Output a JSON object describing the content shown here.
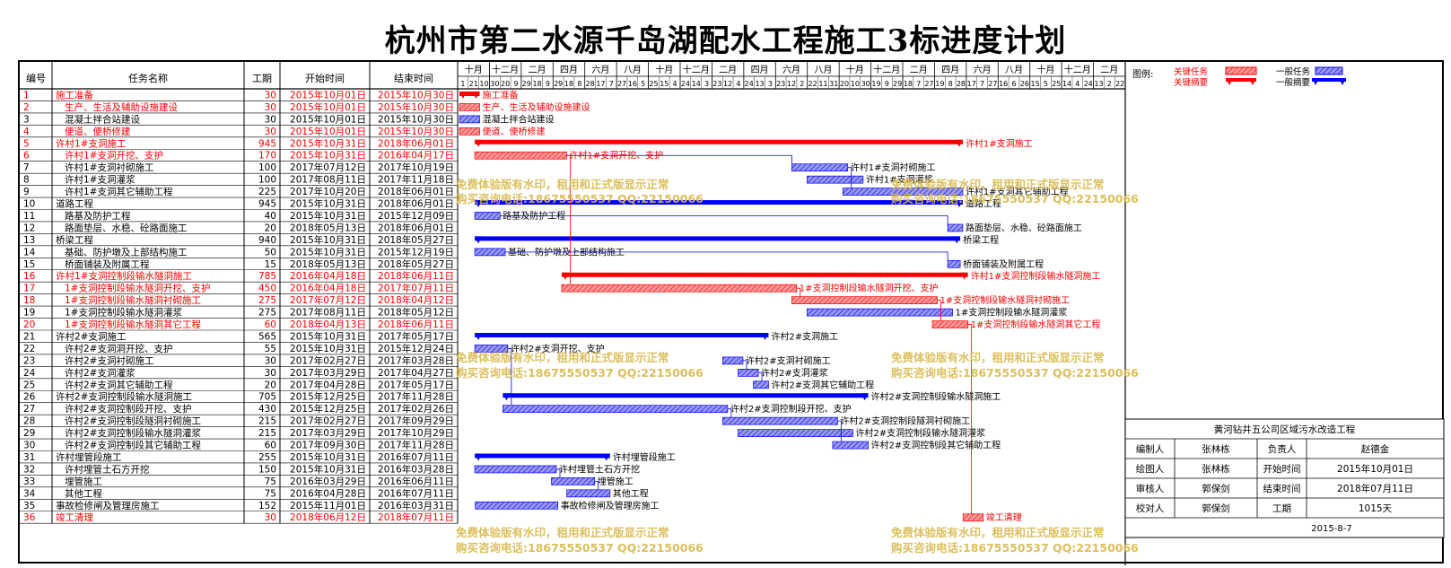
{
  "title": "杭州市第二水源千岛湖配水工程施工3标进度计划",
  "headers": {
    "id": "编号",
    "name": "任务名称",
    "dur": "工期",
    "start": "开始时间",
    "end": "结束时间"
  },
  "timeline": {
    "months": [
      "十月",
      "十二月",
      "二月",
      "四月",
      "六月",
      "八月",
      "十月",
      "十二月",
      "二月",
      "四月",
      "六月",
      "八月",
      "十月",
      "十二月",
      "二月",
      "四月",
      "六月",
      "八月",
      "十月",
      "十二月",
      "二月"
    ],
    "days": [
      "1",
      "21",
      "10",
      "30",
      "20",
      "9",
      "29",
      "18",
      "9",
      "29",
      "18",
      "8",
      "28",
      "17",
      "7",
      "27",
      "16",
      "5",
      "25",
      "15",
      "4",
      "24",
      "14",
      "3",
      "23",
      "12",
      "4",
      "24",
      "13",
      "3",
      "23",
      "12",
      "2",
      "22",
      "11",
      "31",
      "20",
      "10",
      "30",
      "19",
      "9",
      "29",
      "18",
      "7",
      "27",
      "19",
      "8",
      "28",
      "17",
      "7",
      "27",
      "16",
      "6",
      "26",
      "15",
      "5",
      "25",
      "14",
      "4",
      "24",
      "13",
      "2",
      "22"
    ]
  },
  "colors": {
    "critical": "#ff0000",
    "normal": "#0000ff",
    "critical_fill": "#ff9999",
    "normal_fill": "#9999ee"
  },
  "legend": {
    "title": "图例:",
    "critical_task": "关键任务",
    "critical_summary": "关键摘要",
    "normal_task": "一般任务",
    "normal_summary": "一般摘要"
  },
  "info": {
    "project": "黄河钻井五公司区域污水改造工程",
    "rows": [
      [
        "编制人",
        "张林栋",
        "负责人",
        "赵德金"
      ],
      [
        "绘图人",
        "张林栋",
        "开始时间",
        "2015年10月01日"
      ],
      [
        "审核人",
        "郭保剑",
        "结束时间",
        "2018年07月11日"
      ],
      [
        "校对人",
        "郭保剑",
        "工期",
        "1015天"
      ]
    ],
    "date": "2015-8-7"
  },
  "watermark": {
    "line1": "免费体验版有水印，租用和正式版显示正常",
    "line2": "购买咨询电话:18675550537 QQ:22150066"
  },
  "tasks": [
    {
      "id": "1",
      "name": "施工准备",
      "dur": "30",
      "start": "2015年10月01日",
      "end": "2015年10月30日",
      "crit": true,
      "sum": true,
      "lvl": 0,
      "label": "施工准备"
    },
    {
      "id": "2",
      "name": "生产、生活及辅助设施建设",
      "dur": "30",
      "start": "2015年10月01日",
      "end": "2015年10月30日",
      "crit": true,
      "sum": false,
      "lvl": 1,
      "label": "生产、生活及辅助设施建设"
    },
    {
      "id": "3",
      "name": "混凝土拌合站建设",
      "dur": "30",
      "start": "2015年10月01日",
      "end": "2015年10月30日",
      "crit": false,
      "sum": false,
      "lvl": 1,
      "label": "混凝土拌合站建设"
    },
    {
      "id": "4",
      "name": "便道、便桥修建",
      "dur": "30",
      "start": "2015年10月01日",
      "end": "2015年10月30日",
      "crit": true,
      "sum": false,
      "lvl": 1,
      "label": "便道、便桥修建"
    },
    {
      "id": "5",
      "name": "许村1#支洞施工",
      "dur": "945",
      "start": "2015年10月31日",
      "end": "2018年06月01日",
      "crit": true,
      "sum": true,
      "lvl": 0,
      "label": "许村1#支洞施工"
    },
    {
      "id": "6",
      "name": "许村1#支洞开挖、支护",
      "dur": "170",
      "start": "2015年10月31日",
      "end": "2016年04月17日",
      "crit": true,
      "sum": false,
      "lvl": 1,
      "label": "许村1#支洞开挖、支护"
    },
    {
      "id": "7",
      "name": "许村1#支洞衬砌施工",
      "dur": "100",
      "start": "2017年07月12日",
      "end": "2017年10月19日",
      "crit": false,
      "sum": false,
      "lvl": 1,
      "label": "许村1#支洞衬砌施工"
    },
    {
      "id": "8",
      "name": "许村1#支洞灌浆",
      "dur": "100",
      "start": "2017年08月11日",
      "end": "2017年11月18日",
      "crit": false,
      "sum": false,
      "lvl": 1,
      "label": "许村1#支洞灌浆"
    },
    {
      "id": "9",
      "name": "许村1#支洞其它辅助工程",
      "dur": "225",
      "start": "2017年10月20日",
      "end": "2018年06月01日",
      "crit": false,
      "sum": false,
      "lvl": 1,
      "label": "许村1#支洞其它辅助工程"
    },
    {
      "id": "10",
      "name": "道路工程",
      "dur": "945",
      "start": "2015年10月31日",
      "end": "2018年06月01日",
      "crit": false,
      "sum": true,
      "lvl": 0,
      "label": "道路工程"
    },
    {
      "id": "11",
      "name": "路基及防护工程",
      "dur": "40",
      "start": "2015年10月31日",
      "end": "2015年12月09日",
      "crit": false,
      "sum": false,
      "lvl": 1,
      "label": "路基及防护工程"
    },
    {
      "id": "12",
      "name": "路面垫层、水稳、砼路面施工",
      "dur": "20",
      "start": "2018年05月13日",
      "end": "2018年06月01日",
      "crit": false,
      "sum": false,
      "lvl": 1,
      "label": "路面垫层、水稳、砼路面施工"
    },
    {
      "id": "13",
      "name": "桥梁工程",
      "dur": "940",
      "start": "2015年10月31日",
      "end": "2018年05月27日",
      "crit": false,
      "sum": true,
      "lvl": 0,
      "label": "桥梁工程"
    },
    {
      "id": "14",
      "name": "基础、防护墩及上部结构施工",
      "dur": "50",
      "start": "2015年10月31日",
      "end": "2015年12月19日",
      "crit": false,
      "sum": false,
      "lvl": 1,
      "label": "基础、防护墩及上部结构施工"
    },
    {
      "id": "15",
      "name": "桥面铺装及附属工程",
      "dur": "15",
      "start": "2018年05月13日",
      "end": "2018年05月27日",
      "crit": false,
      "sum": false,
      "lvl": 1,
      "label": "桥面铺装及附属工程"
    },
    {
      "id": "16",
      "name": "许村1#支洞控制段输水隧洞施工",
      "dur": "785",
      "start": "2016年04月18日",
      "end": "2018年06月11日",
      "crit": true,
      "sum": true,
      "lvl": 0,
      "label": "许村1#支洞控制段输水隧洞施工"
    },
    {
      "id": "17",
      "name": "1#支洞控制段输水隧洞开挖、支护",
      "dur": "450",
      "start": "2016年04月18日",
      "end": "2017年07月11日",
      "crit": true,
      "sum": false,
      "lvl": 1,
      "label": "1#支洞控制段输水隧洞开挖、支护"
    },
    {
      "id": "18",
      "name": "1#支洞控制段输水隧洞衬砌施工",
      "dur": "275",
      "start": "2017年07月12日",
      "end": "2018年04月12日",
      "crit": true,
      "sum": false,
      "lvl": 1,
      "label": "1#支洞控制段输水隧洞衬砌施工"
    },
    {
      "id": "19",
      "name": "1#支洞控制段输水隧洞灌浆",
      "dur": "275",
      "start": "2017年08月11日",
      "end": "2018年05月12日",
      "crit": false,
      "sum": false,
      "lvl": 1,
      "label": "1#支洞控制段输水隧洞灌浆"
    },
    {
      "id": "20",
      "name": "1#支洞控制段输水隧洞其它工程",
      "dur": "60",
      "start": "2018年04月13日",
      "end": "2018年06月11日",
      "crit": true,
      "sum": false,
      "lvl": 1,
      "label": "1#支洞控制段输水隧洞其它工程"
    },
    {
      "id": "21",
      "name": "许村2#支洞施工",
      "dur": "565",
      "start": "2015年10月31日",
      "end": "2017年05月17日",
      "crit": false,
      "sum": true,
      "lvl": 0,
      "label": "许村2#支洞施工"
    },
    {
      "id": "22",
      "name": "许村2#支洞洞开挖、支护",
      "dur": "55",
      "start": "2015年10月31日",
      "end": "2015年12月24日",
      "crit": false,
      "sum": false,
      "lvl": 1,
      "label": "许村2#支洞开挖、支护"
    },
    {
      "id": "23",
      "name": "许村2#支洞衬砌施工",
      "dur": "30",
      "start": "2017年02月27日",
      "end": "2017年03月28日",
      "crit": false,
      "sum": false,
      "lvl": 1,
      "label": "许村2#支洞衬砌施工"
    },
    {
      "id": "24",
      "name": "许村2#支洞灌浆",
      "dur": "30",
      "start": "2017年03月29日",
      "end": "2017年04月27日",
      "crit": false,
      "sum": false,
      "lvl": 1,
      "label": "许村2#支洞灌浆"
    },
    {
      "id": "25",
      "name": "许村2#支洞其它辅助工程",
      "dur": "20",
      "start": "2017年04月28日",
      "end": "2017年05月17日",
      "crit": false,
      "sum": false,
      "lvl": 1,
      "label": "许村2#支洞其它辅助工程"
    },
    {
      "id": "26",
      "name": "许村2#支洞控制段输水隧洞施工",
      "dur": "705",
      "start": "2015年12月25日",
      "end": "2017年11月28日",
      "crit": false,
      "sum": true,
      "lvl": 0,
      "label": "许村2#支洞控制段输水隧洞施工"
    },
    {
      "id": "27",
      "name": "许村2#支洞控制段开挖、支护",
      "dur": "430",
      "start": "2015年12月25日",
      "end": "2017年02月26日",
      "crit": false,
      "sum": false,
      "lvl": 1,
      "label": "许村2#支洞控制段开挖、支护"
    },
    {
      "id": "28",
      "name": "许村2#支洞控制段隧洞衬砌施工",
      "dur": "215",
      "start": "2017年02月27日",
      "end": "2017年09月29日",
      "crit": false,
      "sum": false,
      "lvl": 1,
      "label": "许村2#支洞控制段隧洞衬砌施工"
    },
    {
      "id": "29",
      "name": "许村2#支洞控制段输水隧洞灌浆",
      "dur": "215",
      "start": "2017年03月29日",
      "end": "2017年10月29日",
      "crit": false,
      "sum": false,
      "lvl": 1,
      "label": "许村2#支洞控制段输水隧洞灌浆"
    },
    {
      "id": "30",
      "name": "许村2#支洞控制段其它辅助工程",
      "dur": "60",
      "start": "2017年09月30日",
      "end": "2017年11月28日",
      "crit": false,
      "sum": false,
      "lvl": 1,
      "label": "许村2#支洞控制段其它辅助工程"
    },
    {
      "id": "31",
      "name": "许村埋管段施工",
      "dur": "255",
      "start": "2015年10月31日",
      "end": "2016年07月11日",
      "crit": false,
      "sum": true,
      "lvl": 0,
      "label": "许村埋管段施工"
    },
    {
      "id": "32",
      "name": "许村埋管土石方开挖",
      "dur": "150",
      "start": "2015年10月31日",
      "end": "2016年03月28日",
      "crit": false,
      "sum": false,
      "lvl": 1,
      "label": "许村埋管土石方开挖"
    },
    {
      "id": "33",
      "name": "埋管施工",
      "dur": "75",
      "start": "2016年03月29日",
      "end": "2016年06月11日",
      "crit": false,
      "sum": false,
      "lvl": 1,
      "label": "埋管施工"
    },
    {
      "id": "34",
      "name": "其他工程",
      "dur": "75",
      "start": "2016年04月28日",
      "end": "2016年07月11日",
      "crit": false,
      "sum": false,
      "lvl": 1,
      "label": "其他工程"
    },
    {
      "id": "35",
      "name": "事故检修闸及管理房施工",
      "dur": "152",
      "start": "2015年11月01日",
      "end": "2016年03月31日",
      "crit": false,
      "sum": false,
      "lvl": 0,
      "label": "事故检修闸及管理房施工"
    },
    {
      "id": "36",
      "name": "竣工清理",
      "dur": "30",
      "start": "2018年06月12日",
      "end": "2018年07月11日",
      "crit": true,
      "sum": false,
      "lvl": 0,
      "label": "竣工清理"
    }
  ]
}
